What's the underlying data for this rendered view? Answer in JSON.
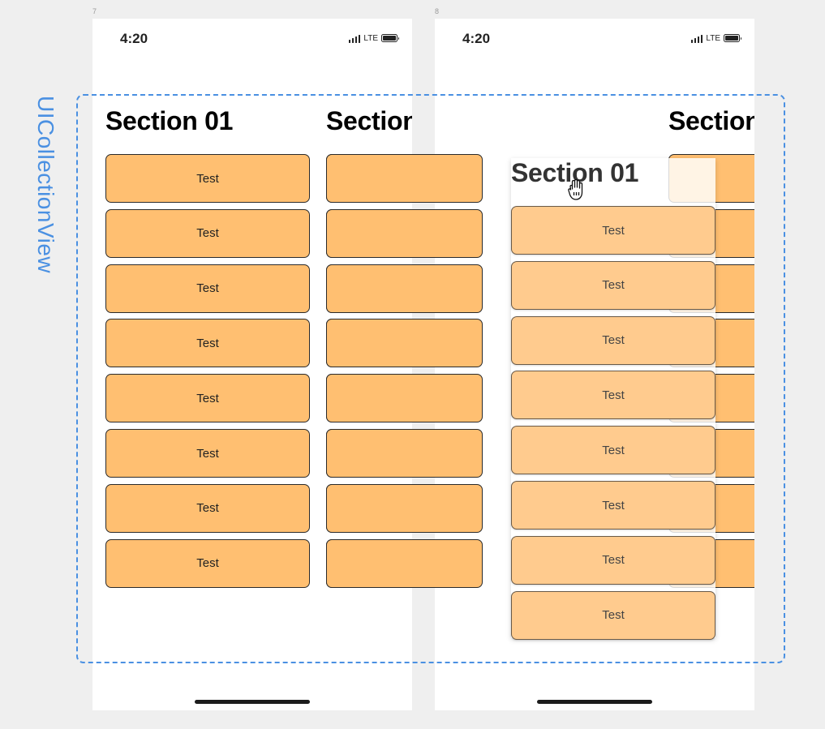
{
  "frames": [
    {
      "number": "7",
      "status": {
        "time": "4:20",
        "network": "LTE"
      },
      "sections": [
        {
          "title": "Section 01",
          "cells": [
            "Test",
            "Test",
            "Test",
            "Test",
            "Test",
            "Test",
            "Test",
            "Test"
          ]
        },
        {
          "title": "Section",
          "cells": [
            "",
            "",
            "",
            "",
            "",
            "",
            "",
            ""
          ]
        }
      ]
    },
    {
      "number": "8",
      "status": {
        "time": "4:20",
        "network": "LTE"
      },
      "peek_section": {
        "title": "Section",
        "cells": [
          "",
          "",
          "",
          "",
          "",
          "",
          "",
          ""
        ]
      },
      "dragging_section": {
        "title": "Section 01",
        "cells": [
          "Test",
          "Test",
          "Test",
          "Test",
          "Test",
          "Test",
          "Test",
          "Test"
        ]
      }
    }
  ],
  "annotation": {
    "label": "UICollectionView",
    "color": "#4a90e2"
  },
  "colors": {
    "cell_fill": "#ffbf71",
    "background": "#efefef"
  },
  "icons": {
    "cursor": "grab-hand-cursor-icon"
  }
}
